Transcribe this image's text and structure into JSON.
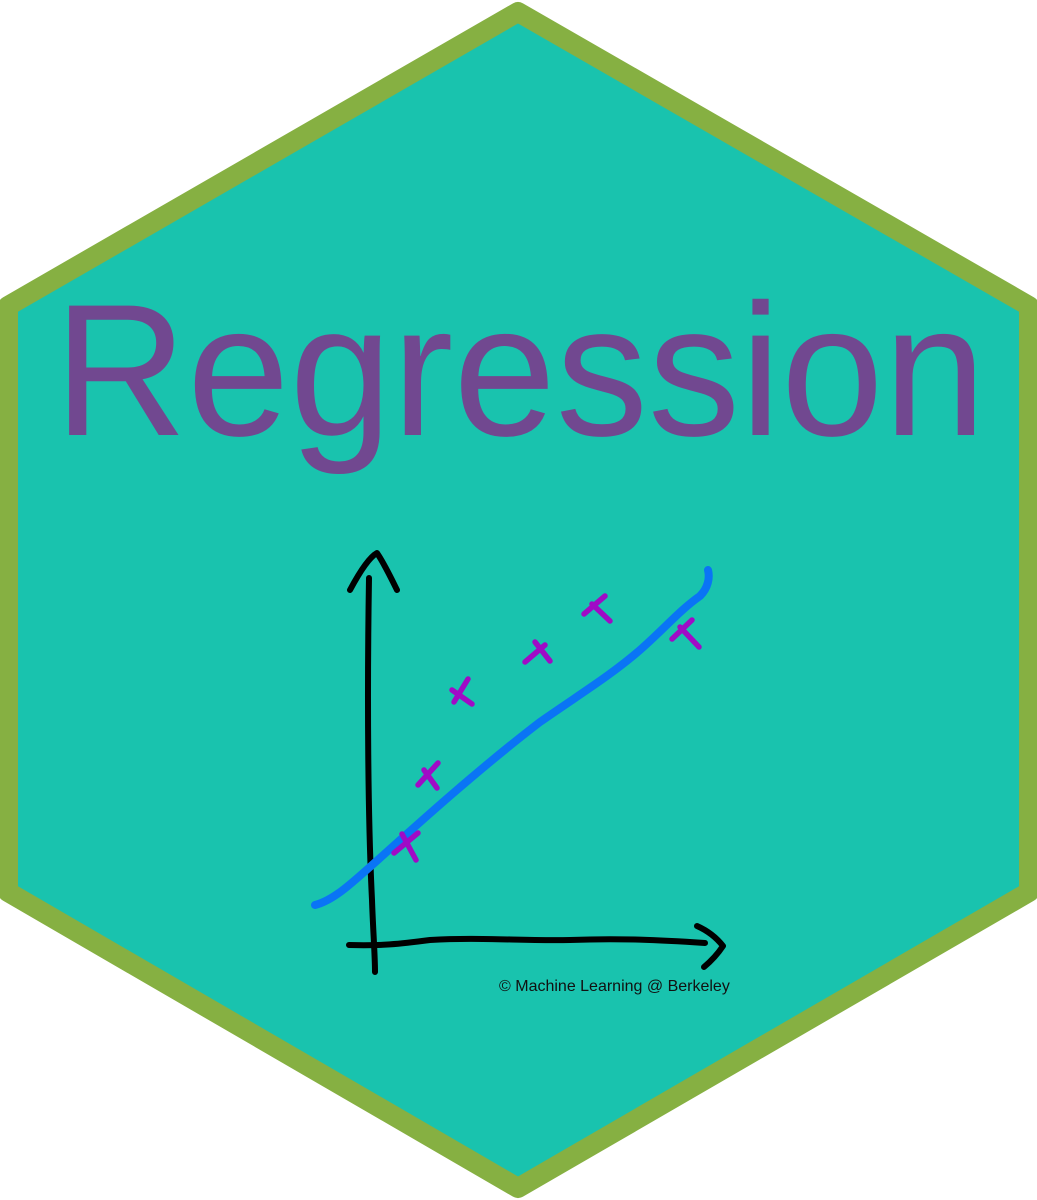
{
  "title": "Regression",
  "credit": "© Machine Learning @ Berkeley",
  "colors": {
    "hex_fill": "#19C3AE",
    "hex_border": "#86B042",
    "title": "#714890",
    "fit_line": "#0A74F5",
    "points": "#A00BC6",
    "axes": "#000000"
  },
  "icons": [
    "hexagon-badge",
    "regression-sketch"
  ]
}
